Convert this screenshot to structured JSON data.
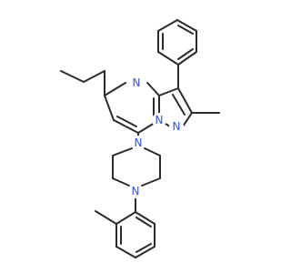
{
  "structure": {
    "type": "chemical-structure",
    "colors": {
      "bond": "#2b2b2b",
      "nitrogen": "#3050f8",
      "background": "#ffffff"
    },
    "heteroatom_labels": [
      {
        "id": "n4",
        "text": "N"
      },
      {
        "id": "n1",
        "text": "N"
      },
      {
        "id": "n8",
        "text": "N"
      },
      {
        "id": "pip-n1",
        "text": "N"
      },
      {
        "id": "pip-n4",
        "text": "N"
      }
    ]
  }
}
